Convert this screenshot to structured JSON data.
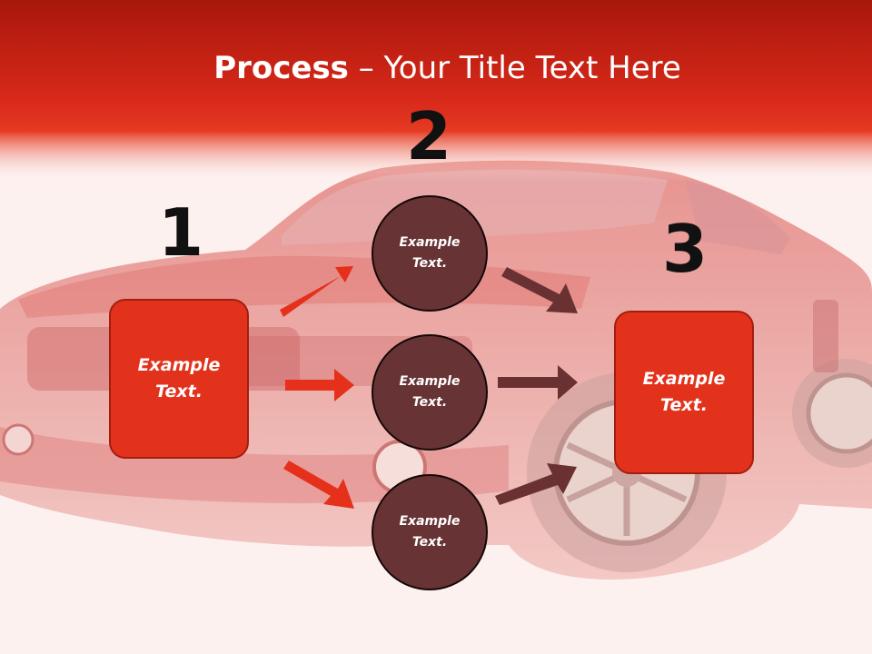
{
  "title": {
    "bold": "Process",
    "rest": " – Your Title Text Here"
  },
  "steps": {
    "one": "1",
    "two": "2",
    "three": "3"
  },
  "nodes": {
    "left_box": "Example Text.",
    "circle_top": "Example Text.",
    "circle_middle": "Example Text.",
    "circle_bottom": "Example Text.",
    "right_box": "Example Text."
  },
  "colors": {
    "header_red": "#d8291a",
    "box_red": "#e3321c",
    "circle_maroon": "#673335",
    "arrow_red": "#e5311b",
    "arrow_maroon": "#6a3133",
    "background": "#fdf1ef"
  }
}
